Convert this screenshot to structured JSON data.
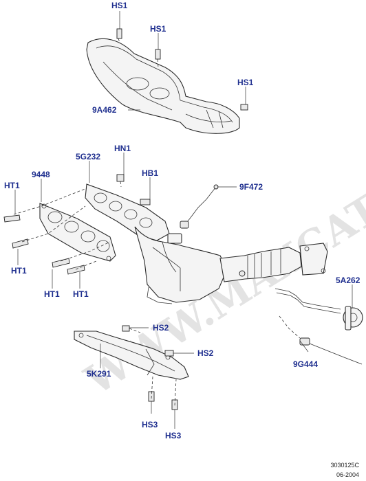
{
  "watermark": "WWW.MAXCATS.RU",
  "callouts": {
    "hs1_top": "HS1",
    "hs1_mid": "HS1",
    "hs1_right": "HS1",
    "heat_shield_upper": "9A462",
    "hn1": "HN1",
    "stud_5g232": "5G232",
    "gasket_9448": "9448",
    "hb1": "HB1",
    "sensor_9f472": "9F472",
    "ht1_a": "HT1",
    "ht1_b": "HT1",
    "ht1_c": "HT1",
    "ht1_d": "HT1",
    "mount_5a262": "5A262",
    "hs2_a": "HS2",
    "hs2_b": "HS2",
    "heat_shield_lower": "5K291",
    "sensor_9g444": "9G444",
    "hs3_a": "HS3",
    "hs3_b": "HS3"
  },
  "footer": {
    "drawing_number": "3030125C",
    "date": "06-2004"
  }
}
